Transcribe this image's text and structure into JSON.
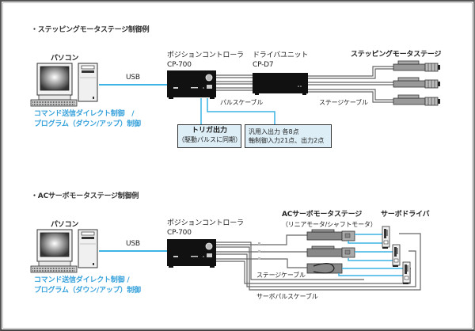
{
  "section1": {
    "title": "・ステッピングモータステージ制御例",
    "pc_label": "パソコン",
    "connection_label": "USB",
    "pc_control_line1": "コマンド送信ダイレクト制御　/",
    "pc_control_line2": "プログラム（ダウン/アップ）制御",
    "controller_name": "ポジションコントローラ",
    "controller_model": "CP-700",
    "driver_name": "ドライバユニット",
    "driver_model": "CP-D7",
    "pulse_cable_label": "パルスケーブル",
    "stage_cable_label": "ステージケーブル",
    "stage_label": "ステッピングモータステージ",
    "trigger_box_line1": "トリガ出力",
    "trigger_box_line2": "（駆動パルスに同期）",
    "io_box_line1": "汎用入出力 各8点",
    "io_box_line2": "軸制御入力21点、出力2点"
  },
  "section2": {
    "title": "・ACサーボモータステージ制御例",
    "pc_label": "パソコン",
    "connection_label": "USB",
    "pc_control_line1": "コマンド送信ダイレクト制御 /",
    "pc_control_line2": "プログラム（ダウン/アップ）制御",
    "controller_name": "ポジションコントローラ",
    "controller_model": "CP-700",
    "stage_label": "ACサーボモータステージ",
    "stage_sublabel": "（リニアモータ/シャフトモータ）",
    "servo_driver_label": "サーボドライバ",
    "stage_cable_label": "ステージケーブル",
    "servo_pulse_cable_label": "サーボパルスケーブル"
  },
  "colors": {
    "usb_line": "#3cb4e6",
    "control_text": "#3aa3dc",
    "cable": "#555555",
    "box_fill": "#ddeef7"
  }
}
